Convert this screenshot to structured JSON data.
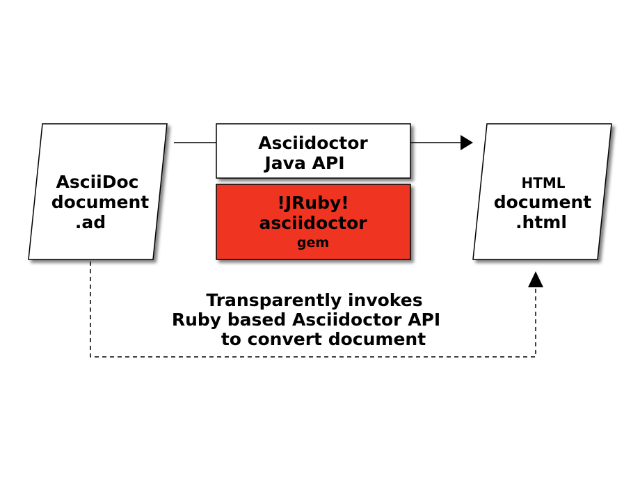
{
  "diagram": {
    "input_doc": {
      "lines": [
        "AsciiDoc",
        "document",
        ".ad"
      ]
    },
    "java_api": {
      "lines": [
        "Asciidoctor",
        "Java API"
      ]
    },
    "jruby_gem": {
      "lines": [
        "!JRuby!",
        "asciidoctor",
        "gem"
      ],
      "fill_color": "#ef3624"
    },
    "output_doc": {
      "lines": [
        "HTML",
        "document",
        ".html"
      ]
    },
    "note": {
      "lines": [
        "Transparently invokes",
        "Ruby based Asciidoctor API",
        "to convert document"
      ]
    }
  }
}
